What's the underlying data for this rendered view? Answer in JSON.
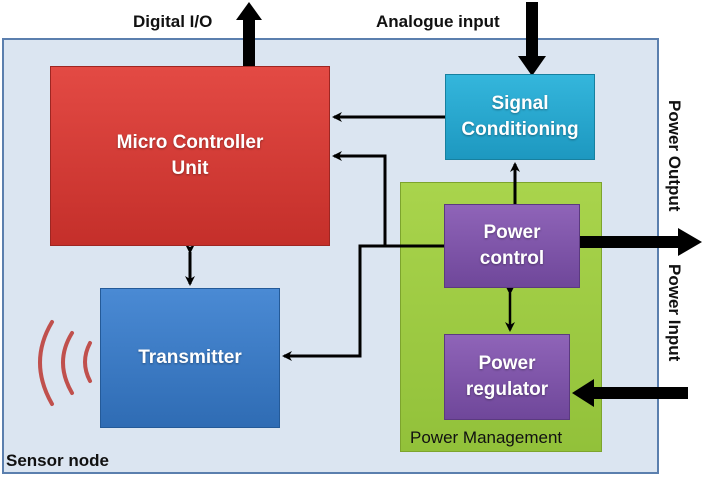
{
  "diagram": {
    "sensor_node_label": "Sensor node",
    "power_management_label": "Power Management",
    "blocks": {
      "mcu": "Micro Controller\nUnit",
      "transmitter": "Transmitter",
      "signal_conditioning": "Signal\nConditioning",
      "power_control": "Power\ncontrol",
      "power_regulator": "Power\nregulator"
    },
    "io_labels": {
      "digital_io": "Digital I/O",
      "analogue_input": "Analogue input",
      "power_output": "Power Output",
      "power_input": "Power Input"
    },
    "colors": {
      "sensor_node_bg": "#dbe5f1",
      "sensor_node_border": "#5b7fae",
      "power_management": "#9acb3f",
      "mcu": "#d63b36",
      "transmitter": "#3b7bc4",
      "signal_conditioning": "#27a8cf",
      "power_blocks": "#7f55aa",
      "wave": "#c0504d",
      "arrows": "#000000"
    }
  }
}
